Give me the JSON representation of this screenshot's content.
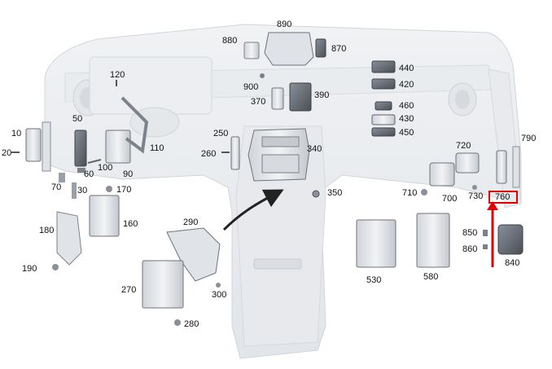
{
  "diagram": {
    "selected_part": "760",
    "highlight_color": "#e00000",
    "callouts": [
      "10",
      "20",
      "30",
      "50",
      "60",
      "70",
      "90",
      "100",
      "110",
      "120",
      "160",
      "170",
      "180",
      "190",
      "250",
      "260",
      "270",
      "280",
      "290",
      "300",
      "340",
      "350",
      "370",
      "390",
      "420",
      "430",
      "440",
      "450",
      "460",
      "530",
      "580",
      "700",
      "710",
      "720",
      "730",
      "760",
      "790",
      "840",
      "850",
      "860",
      "870",
      "880",
      "890",
      "900"
    ],
    "labels": {
      "p10": "10",
      "p20": "20",
      "p30": "30",
      "p50": "50",
      "p60": "60",
      "p70": "70",
      "p90": "90",
      "p100": "100",
      "p110": "110",
      "p120": "120",
      "p160": "160",
      "p170": "170",
      "p180": "180",
      "p190": "190",
      "p250": "250",
      "p260": "260",
      "p270": "270",
      "p280": "280",
      "p290": "290",
      "p300": "300",
      "p340": "340",
      "p350": "350",
      "p370": "370",
      "p390": "390",
      "p420": "420",
      "p430": "430",
      "p440": "440",
      "p450": "450",
      "p460": "460",
      "p530": "530",
      "p580": "580",
      "p700": "700",
      "p710": "710",
      "p720": "720",
      "p730": "730",
      "p760": "760",
      "p790": "790",
      "p840": "840",
      "p850": "850",
      "p860": "860",
      "p870": "870",
      "p880": "880",
      "p890": "890",
      "p900": "900"
    }
  }
}
